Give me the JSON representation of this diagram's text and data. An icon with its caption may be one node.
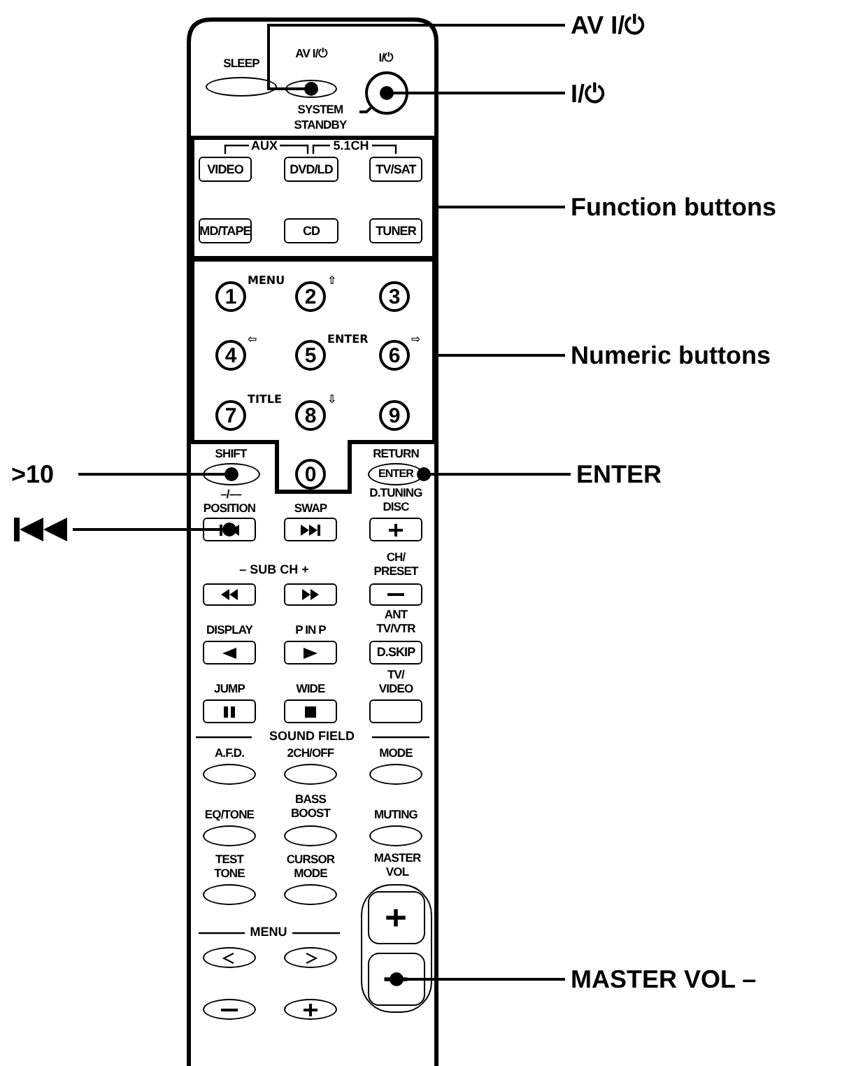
{
  "diagram": {
    "nodes": [
      {
        "text": [],
        "shape": "oval",
        "beside": [
          "SLEEP"
        ]
      },
      {
        "text": [],
        "shape": "oval",
        "beside": [
          "AV I/⏻"
        ]
      },
      {
        "text": [],
        "shape": "circle",
        "beside": [
          "I/⏻"
        ]
      },
      {
        "text": [
          "SYSTEM STANDBY"
        ]
      },
      {
        "text": [],
        "shape": "box"
      },
      {
        "text": [
          "VIDEO"
        ],
        "in": 4
      },
      {
        "text": [
          "DVD/LD"
        ],
        "in": 4
      },
      {
        "text": [
          "TV/SAT"
        ],
        "in": 4
      },
      {
        "text": [
          "MD/TAPE"
        ],
        "in": 4
      },
      {
        "text": [
          "CD"
        ],
        "in": 4
      },
      {
        "text": [
          "TUNER"
        ],
        "in": 4
      },
      {
        "text": [],
        "shape": "box"
      },
      {
        "text": [
          "1"
        ],
        "in": 11,
        "beside": [
          "MENU"
        ]
      },
      {
        "text": [
          "2"
        ],
        "in": 11,
        "beside": [
          "⇧"
        ]
      },
      {
        "text": [
          "3"
        ],
        "in": 11
      },
      {
        "text": [
          "4"
        ],
        "in": 11,
        "beside": [
          "⇦"
        ]
      },
      {
        "text": [
          "5"
        ],
        "in": 11,
        "beside": [
          "ENTER"
        ]
      },
      {
        "text": [
          "6"
        ],
        "in": 11,
        "beside": [
          "⇨"
        ]
      },
      {
        "text": [
          "7"
        ],
        "in": 11,
        "beside": [
          "TITLE"
        ]
      },
      {
        "text": [
          "8"
        ],
        "in": 11,
        "beside": [
          "⇩"
        ]
      },
      {
        "text": [
          "9"
        ],
        "in": 11
      },
      {
        "text": [
          "0"
        ],
        "in": 11
      },
      {
        "text": [],
        "shape": "oval",
        "beside": [
          "SHIFT",
          "–/––"
        ]
      },
      {
        "text": [
          "ENTER"
        ],
        "beside": [
          "RETURN"
        ]
      },
      {
        "text": [],
        "shape": "box",
        "beside": [
          "POSITION"
        ]
      },
      {
        "text": [],
        "shape": "box",
        "beside": [
          "SWAP"
        ]
      },
      {
        "text": [],
        "shape": "box",
        "beside": [
          "D.TUNING DISC"
        ]
      },
      {
        "text": [],
        "shape": "box"
      },
      {
        "text": [],
        "shape": "box"
      },
      {
        "text": [],
        "shape": "box",
        "beside": [
          "CH/ PRESET"
        ]
      },
      {
        "text": [],
        "shape": "box",
        "beside": [
          "DISPLAY"
        ]
      },
      {
        "text": [],
        "shape": "box",
        "beside": [
          "P IN P"
        ]
      },
      {
        "text": [
          "D.SKIP"
        ],
        "beside": [
          "ANT TV/VTR"
        ]
      },
      {
        "text": [],
        "shape": "box",
        "beside": [
          "JUMP"
        ]
      },
      {
        "text": [],
        "shape": "box",
        "beside": [
          "WIDE"
        ]
      },
      {
        "text": [],
        "shape": "box",
        "beside": [
          "TV/ VIDEO"
        ]
      },
      {
        "text": [],
        "shape": "oval",
        "beside": [
          "A.F.D."
        ]
      },
      {
        "text": [],
        "shape": "oval",
        "beside": [
          "2CH/OFF"
        ]
      },
      {
        "text": [],
        "shape": "oval",
        "beside": [
          "MODE"
        ]
      },
      {
        "text": [],
        "shape": "oval",
        "beside": [
          "EQ/TONE"
        ]
      },
      {
        "text": [],
        "shape": "oval",
        "beside": [
          "BASS BOOST"
        ]
      },
      {
        "text": [],
        "shape": "oval",
        "beside": [
          "MUTING"
        ]
      },
      {
        "text": [],
        "shape": "oval",
        "beside": [
          "TEST TONE"
        ]
      },
      {
        "text": [],
        "shape": "oval",
        "beside": [
          "CURSOR MODE"
        ]
      },
      {
        "text": [],
        "shape": "box",
        "beside": [
          "MASTER VOL"
        ]
      },
      {
        "text": [],
        "shape": "box",
        "in": 44
      },
      {
        "text": [],
        "shape": "box",
        "in": 44
      },
      {
        "text": [],
        "shape": "oval"
      },
      {
        "text": [],
        "shape": "oval"
      },
      {
        "text": [],
        "shape": "oval"
      },
      {
        "text": [],
        "shape": "oval"
      },
      {
        "text": [
          "AV I/⏻"
        ]
      },
      {
        "text": [
          "I/⏻"
        ]
      },
      {
        "text": [
          "Function buttons"
        ]
      },
      {
        "text": [
          "Numeric buttons"
        ]
      },
      {
        "text": [
          ">10"
        ]
      },
      {
        "text": [],
        "shape": "symbol"
      },
      {
        "text": [
          "ENTER"
        ]
      },
      {
        "text": [
          "MASTER VOL –"
        ]
      }
    ],
    "edges": [
      {
        "from": 51,
        "to": 1,
        "arrow": "other"
      },
      {
        "from": 52,
        "to": 2,
        "arrow": "other"
      },
      {
        "from": 53,
        "to": 4,
        "arrow": "none"
      },
      {
        "from": 54,
        "to": 11,
        "arrow": "none"
      },
      {
        "from": 55,
        "to": 22,
        "arrow": "other"
      },
      {
        "from": 56,
        "to": 24,
        "arrow": "other"
      },
      {
        "from": 57,
        "to": 23,
        "arrow": "other"
      },
      {
        "from": 58,
        "to": 46,
        "arrow": "other"
      },
      {
        "from": 3,
        "to": 2,
        "arrow": "none"
      }
    ],
    "labels": [
      "AUX",
      "5.1CH",
      "– SUB CH +",
      "SOUND FIELD",
      "MENU"
    ]
  }
}
